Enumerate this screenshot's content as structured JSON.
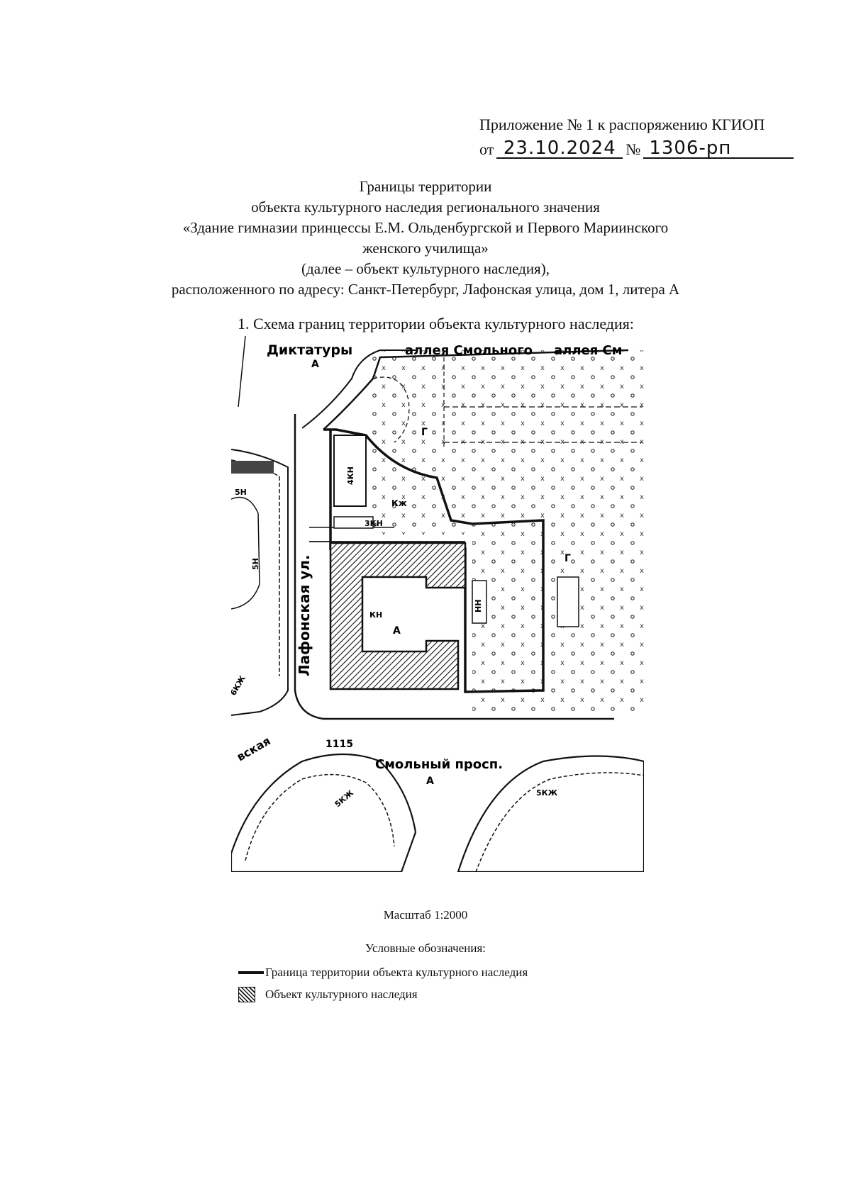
{
  "header": {
    "line1": "Приложение № 1 к распоряжению КГИОП",
    "date_prefix": "от",
    "date_value": "23.10.2024",
    "number_sign": "№",
    "number_value": "1306-рп"
  },
  "title": {
    "line1": "Границы территории",
    "line2": "объекта культурного наследия регионального значения",
    "line3": "«Здание гимназии принцессы Е.М. Ольденбургской и Первого Мариинского",
    "line4": "женского училища»",
    "line5": "(далее – объект культурного наследия),",
    "line6": "расположенного по адресу: Санкт-Петербург, Лафонская улица, дом 1, литера А"
  },
  "section1": {
    "label": "1.   Схема границ территории объекта культурного наследия:"
  },
  "map": {
    "labels": {
      "diktatury": "Диктатуры",
      "alleya_smolnogo": "аллея Смольного",
      "alleya_sm": "аллея См",
      "lafonskaya": "Лафонская ул.",
      "smolny_prosp": "Смольный просп.",
      "vskaya": "вская",
      "code_1115": "1115",
      "a_top": "А",
      "a_center": "А",
      "a_bottom": "А",
      "g1": "Г",
      "g2": "Г",
      "kzh": "Кж",
      "kn4": "4КН",
      "kn3": "3КН",
      "kn_inner": "КН",
      "nh": "НН",
      "5n": "5Н",
      "5n_2": "5Н",
      "6kzh": "6КЖ",
      "5kzh": "5КЖ",
      "5kzh_2": "5КЖ"
    }
  },
  "scale": {
    "label": "Масштаб 1:2000"
  },
  "legend": {
    "title": "Условные обозначения:",
    "boundary": "Граница территории объекта культурного наследия",
    "object": "Объект культурного наследия"
  },
  "colors": {
    "ink": "#111111",
    "paper": "#ffffff"
  }
}
